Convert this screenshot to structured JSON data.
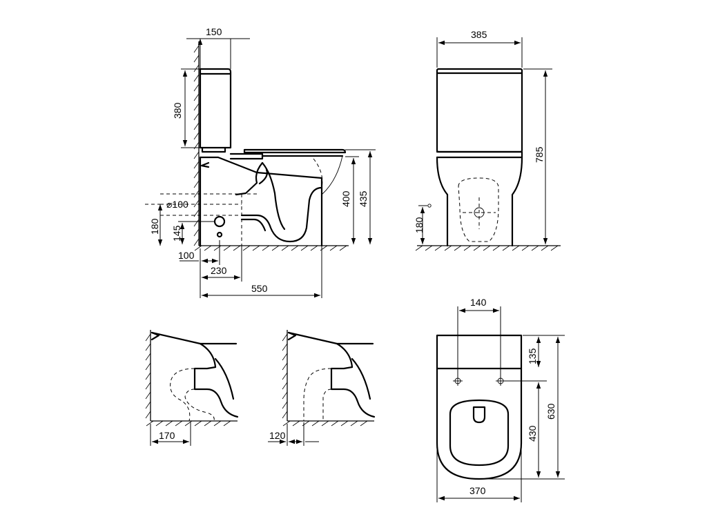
{
  "side_view": {
    "tank_depth": "150",
    "tank_height": "380",
    "pipe_diameter": "⌀100",
    "inlet_height": "180",
    "outlet_height": "145",
    "inlet_offset": "100",
    "outlet_offset": "230",
    "total_depth": "550",
    "seat_height": "400",
    "rim_height": "435"
  },
  "front_view": {
    "width": "385",
    "height": "785",
    "inlet_height": "180"
  },
  "detail_left": {
    "offset": "170"
  },
  "detail_right": {
    "offset": "120"
  },
  "top_view": {
    "bolt_spacing": "140",
    "tank_depth": "135",
    "bowl_length": "430",
    "total_length": "630",
    "width": "370"
  }
}
